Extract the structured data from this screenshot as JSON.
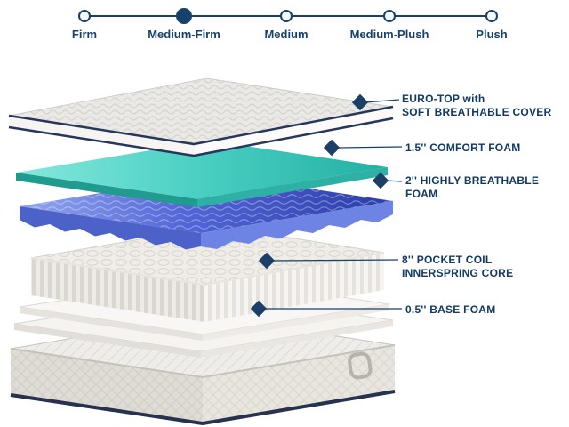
{
  "firmness_scale": {
    "accent_color": "#17416d",
    "options": [
      {
        "label": "Firm",
        "selected": false
      },
      {
        "label": "Medium-Firm",
        "selected": true
      },
      {
        "label": "Medium",
        "selected": false
      },
      {
        "label": "Medium-Plush",
        "selected": false
      },
      {
        "label": "Plush",
        "selected": false
      }
    ]
  },
  "mattress_layers": {
    "marker_shape": "diamond",
    "marker_color": "#1c3f68",
    "items": [
      {
        "name": "euro-top",
        "label_line1": "EURO-TOP with",
        "label_line2": "SOFT BREATHABLE COVER"
      },
      {
        "name": "comfort-foam",
        "label_line1": "1.5'' COMFORT FOAM",
        "label_line2": ""
      },
      {
        "name": "highly-breathable-foam",
        "label_line1": "2'' HIGHLY BREATHABLE",
        "label_line2": "FOAM"
      },
      {
        "name": "pocket-coil",
        "label_line1": "8'' POCKET COIL",
        "label_line2": "INNERSPRING CORE"
      },
      {
        "name": "base-foam",
        "label_line1": "0.5'' BASE FOAM",
        "label_line2": ""
      }
    ],
    "layer_colors": {
      "euro_top": "#ebe9e5",
      "comfort_foam": "#49cfc2",
      "breathable_foam": "#4a5ed2",
      "pocket_coil": "#f1eeea",
      "base_foam": "#f5f4f1",
      "foundation": "#dfdcd6"
    }
  }
}
